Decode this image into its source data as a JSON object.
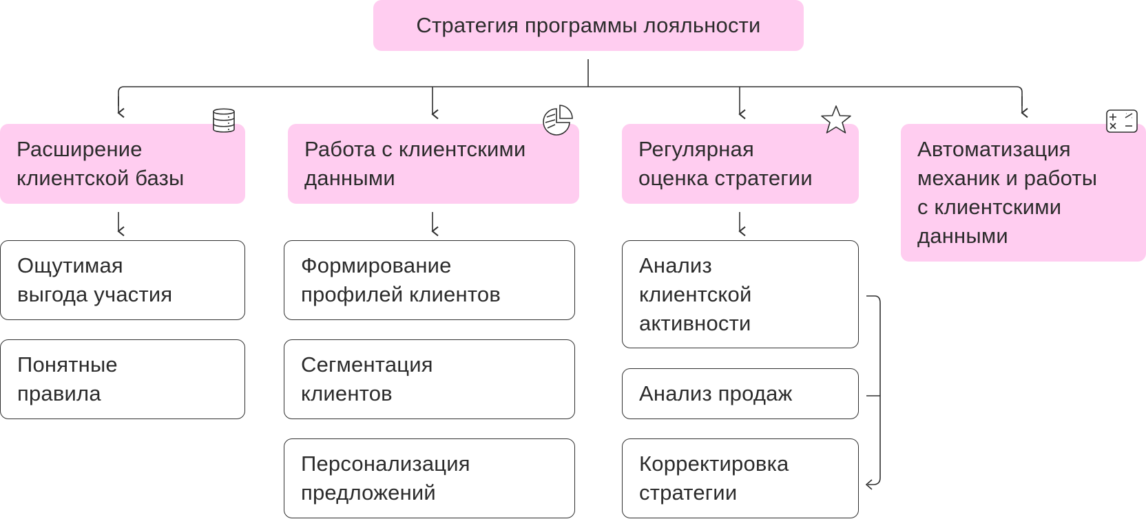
{
  "root": {
    "label": "Стратегия программы лояльности"
  },
  "columns": [
    {
      "header": "Расширение\nклиентской базы",
      "icon": "database-icon",
      "items": [
        "Ощутимая\nвыгода участия",
        "Понятные\nправила"
      ]
    },
    {
      "header": "Работа с клиентскими\nданными",
      "icon": "pie-chart-icon",
      "items": [
        "Формирование\nпрофилей клиентов",
        "Сегментация\nклиентов",
        "Персонализация\nпредложений"
      ]
    },
    {
      "header": "Регулярная\nоценка стратегии",
      "icon": "star-icon",
      "items": [
        "Анализ\nклиентской\nактивности",
        "Анализ продаж",
        "Корректировка\nстратегии"
      ]
    },
    {
      "header": "Автоматизация\nмеханик и работы\nс клиентскими\nданными",
      "icon": "calculator-icon",
      "items": []
    }
  ],
  "colors": {
    "header_fill": "#ffcdf0",
    "line": "#2f2f2f",
    "text": "#2b2b2b"
  }
}
